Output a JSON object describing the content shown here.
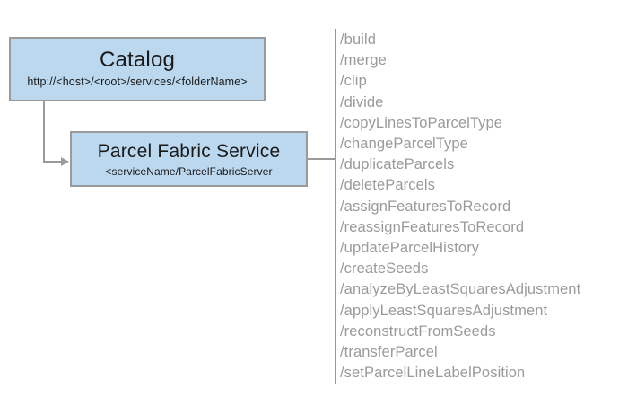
{
  "diagram": {
    "nodes": [
      {
        "id": "catalog",
        "title": "Catalog",
        "subtitle": "http://<host>/<root>/services/<folderName>"
      },
      {
        "id": "parcel-fabric-service",
        "title": "Parcel Fabric Service",
        "subtitle": "<serviceName/ParcelFabricServer"
      }
    ],
    "operations": [
      "/build",
      "/merge",
      "/clip",
      "/divide",
      "/copyLinesToParcelType",
      "/changeParcelType",
      "/duplicateParcels",
      "/deleteParcels",
      "/assignFeaturesToRecord",
      "/reassignFeaturesToRecord",
      "/updateParcelHistory",
      "/createSeeds",
      "/analyzeByLeastSquaresAdjustment",
      "/applyLeastSquaresAdjustment",
      "/reconstructFromSeeds",
      "/transferParcel",
      "/setParcelLineLabelPosition"
    ],
    "colors": {
      "node_fill": "#bcd8ef",
      "node_border": "#9a9a9a",
      "connector": "#9a9a9a",
      "operation_text": "#9a9a9a",
      "node_text": "#1a1a1a",
      "background": "#ffffff"
    }
  }
}
